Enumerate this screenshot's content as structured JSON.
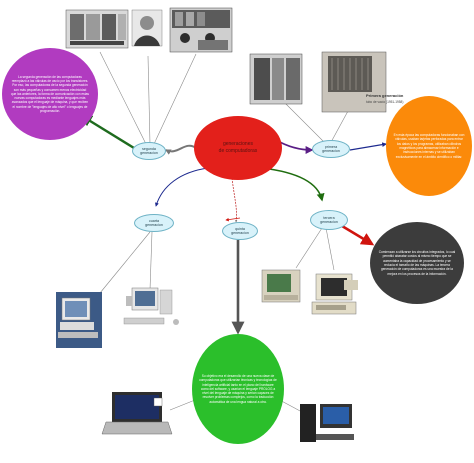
{
  "center": {
    "label": "generaciones\nde computadoras",
    "color": "#e3201b"
  },
  "bubbles": {
    "second": "segunda\ngeneracion",
    "first": "primera\ngeneracion",
    "fourth": "cuarta\ngeneracion",
    "fifth": "quinta\ngeneracion",
    "third": "tercera\ngeneracion"
  },
  "notes": {
    "second": "La segunda generación de las computadoras reemplazó a las válvulas de vacío por los transistores. Por eso, las computadoras de la segunda generación son más pequeñas y consumen menos electricidad que las anteriores, la forma de comunicación con estas nuevas computadoras es mediante lenguajes más avanzados que el lenguaje de máquina, y que reciben el nombre de \"lenguajes de alto nivel\" o lenguajes de programación.",
    "first": "En esta época las computadoras funcionaban con válvulas, usaban tarjetas perforadas para entrar los datos y los programas, utilizaban cilindros magnéticos para almacenar información e instrucciones internas y se utilizaban exclusivamente en el ámbito científico o militar.",
    "third": "Comienzan a utilizarse los circuitos integrados, lo cual permitió abaratar costos al mismo tiempo que se aumentaba la capacidad de procesamiento y se reducía el tamaño de las máquinas. La tercera generación de computadoras es una muestra de la mejora en los procesos de la información.",
    "fifth": "Su objetivo era el desarrollo de una nueva clase de computadoras que utilizarían técnicas y tecnologías de inteligencia artificial tanto en el plano del hardware como del software, y usarían el lenguaje PROLOG a nivel del lenguaje de máquina y serían capaces de resolver problemas complejos, como la traducción automática de una lengua natural a otra."
  },
  "photo_caption": {
    "title": "Primera generación",
    "subtitle": "tubo de vacío (1951-1958)"
  },
  "colors": {
    "center": "#e3201b",
    "second_note": "#b13bc0",
    "first_note": "#fb8a0a",
    "third_note": "#3c3c3c",
    "fifth_note": "#2bbf2b",
    "arrow_green": "#1e6b1e",
    "arrow_purple": "#5a1e86",
    "arrow_darkgreen": "#1f6d0f",
    "arrow_red": "#d0140e",
    "arrow_gray": "#555555",
    "arrow_navy": "#1d2a8f"
  },
  "icons": [
    "early-computer-photo",
    "scientist-portrait-photo",
    "operator-console-photo",
    "vacuum-tube-computer-photo",
    "desktop-computer-photo",
    "computer-setup-photo",
    "laptop-photo",
    "pc-tower-photo"
  ]
}
